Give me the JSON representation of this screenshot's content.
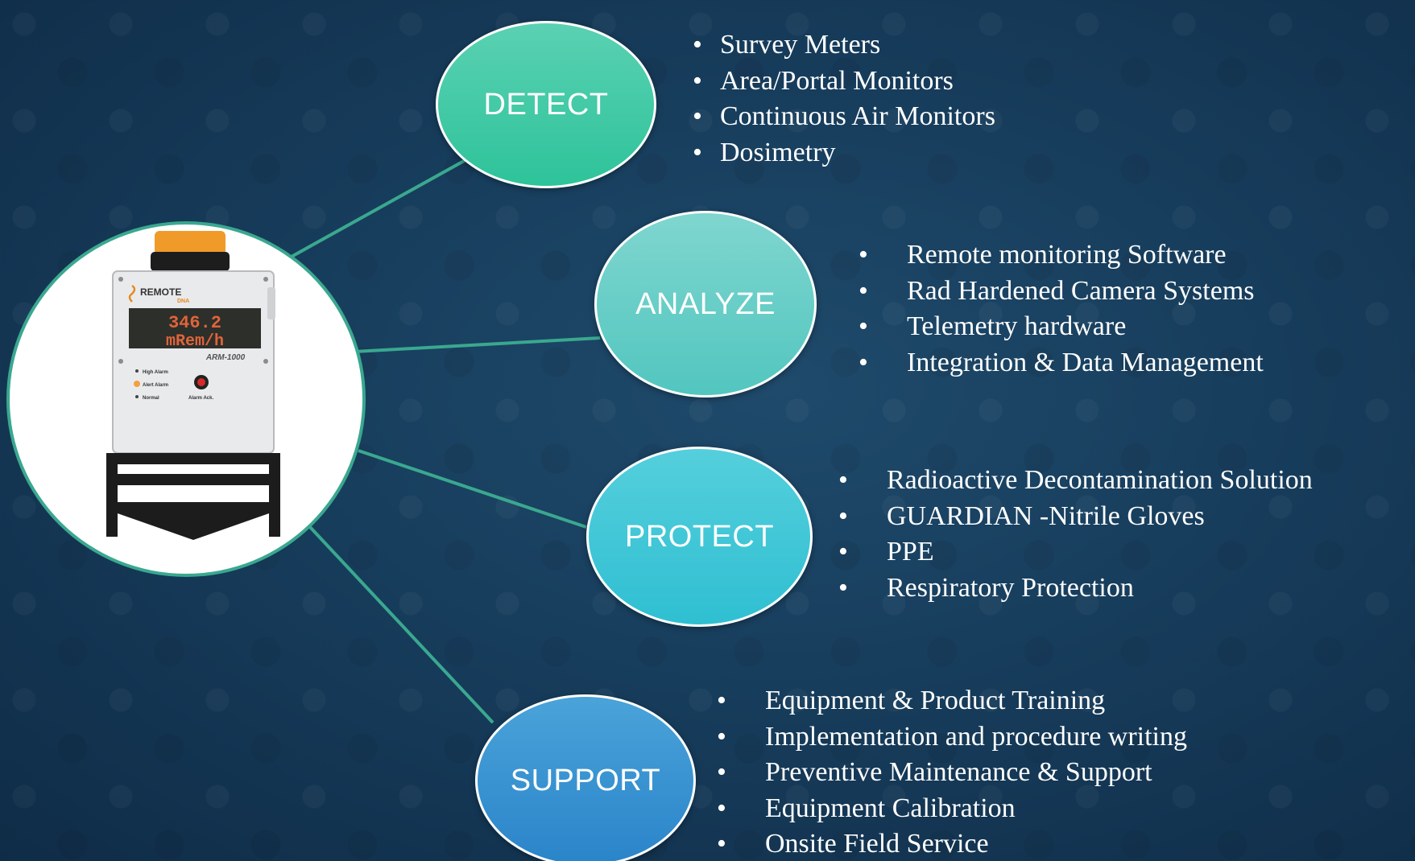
{
  "device": {
    "brand": "REMOTE",
    "brand_sub": "DNA",
    "display_value": "346.2",
    "display_unit": "mRem/h",
    "model": "ARM-1000",
    "indicators": [
      "High Alarm",
      "Alert Alarm",
      "Normal"
    ],
    "button_label": "Alarm Ack."
  },
  "nodes": [
    {
      "label": "DETECT",
      "color": "#2ec39a",
      "items": [
        "Survey Meters",
        "Area/Portal Monitors",
        "Continuous Air Monitors",
        "Dosimetry"
      ]
    },
    {
      "label": "ANALYZE",
      "color": "#52c6bf",
      "items": [
        "Remote monitoring Software",
        "Rad Hardened Camera Systems",
        "Telemetry hardware",
        "Integration & Data Management"
      ]
    },
    {
      "label": "PROTECT",
      "color": "#2fbfd2",
      "items": [
        "Radioactive Decontamination Solution",
        "GUARDIAN -Nitrile Gloves",
        "PPE",
        "Respiratory Protection"
      ]
    },
    {
      "label": "SUPPORT",
      "color": "#2a84c9",
      "items": [
        "Equipment & Product Training",
        "Implementation and procedure writing",
        "Preventive Maintenance & Support",
        "Equipment Calibration",
        "Onsite Field Service"
      ]
    }
  ],
  "bullet": "•",
  "connector_color": "#3aa88f"
}
